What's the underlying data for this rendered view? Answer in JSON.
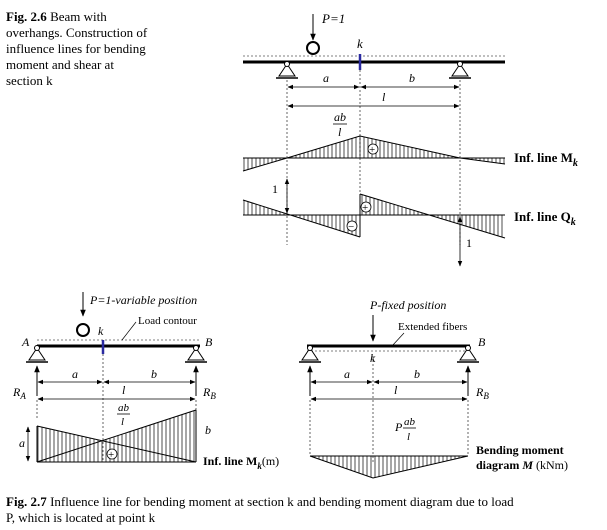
{
  "fig26": {
    "label": "Fig. 2.6",
    "caption_lines": [
      "Beam with",
      "overhangs. Construction of",
      "influence lines for bending",
      "moment and shear at",
      "section k"
    ],
    "load": "P=1",
    "section": "k",
    "dim_a": "a",
    "dim_b": "b",
    "dim_l": "l",
    "peak_num": "ab",
    "peak_den": "l",
    "label_mk": "Inf. line M",
    "label_mk_sub": "k",
    "label_qk": "Inf. line Q",
    "label_qk_sub": "k",
    "unit_left": "1",
    "unit_right": "1",
    "sign_plus": "+",
    "sign_minus": "−"
  },
  "fig27_left": {
    "load_label": "P=1-variable position",
    "contour_label": "Load contour",
    "section": "k",
    "support_a": "A",
    "support_b": "B",
    "dim_a": "a",
    "dim_b": "b",
    "dim_l": "l",
    "reaction_a": "R",
    "reaction_a_sub": "A",
    "reaction_b": "R",
    "reaction_b_sub": "B",
    "peak_num": "ab",
    "peak_den": "l",
    "ord_left": "a",
    "ord_right": "b",
    "sign_plus": "+",
    "label": "Inf. line M",
    "label_sub": "k",
    "label_unit": "(m)"
  },
  "fig27_right": {
    "load_label": "P-fixed position",
    "fibers_label": "Extended fibers",
    "section": "k",
    "support_b": "B",
    "dim_a": "a",
    "dim_b": "b",
    "dim_l": "l",
    "reaction_b": "R",
    "reaction_b_sub": "B",
    "peak_p": "P",
    "peak_num": "ab",
    "peak_den": "l",
    "label_line1": "Bending moment",
    "label_line2_pre": "diagram",
    "label_line2_m": "M",
    "label_line2_unit": "(kNm)"
  },
  "fig27_caption": {
    "label": "Fig. 2.7",
    "line1": "Influence line for bending moment at section k and bending moment diagram due to load",
    "line2": "P, which is located at point k"
  }
}
